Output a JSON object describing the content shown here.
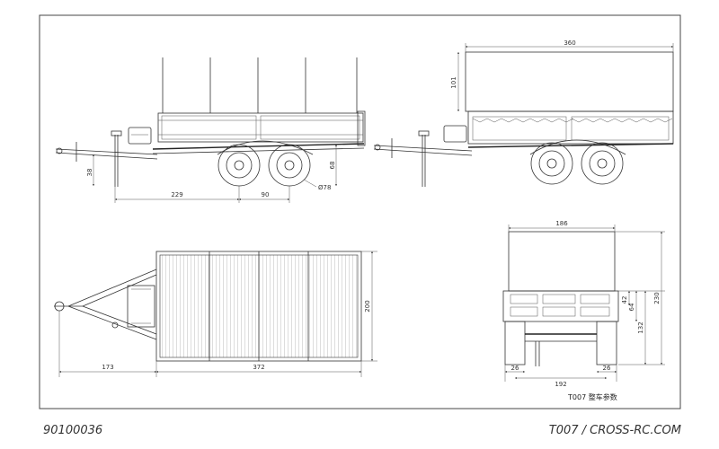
{
  "caption": "T007 整车参数",
  "part_number": "90100036",
  "site_credit": "T007 / CROSS-RC.COM",
  "side_view_dims": {
    "chassis_height": "38",
    "wheelbase_front": "229",
    "axle_spacing": "90",
    "wheel_dia": "Ø78",
    "overall_height": "68"
  },
  "covered_side_dims": {
    "length": "360",
    "cover_height": "101"
  },
  "top_view_dims": {
    "tongue": "173",
    "bed_length": "372",
    "bed_width": "200"
  },
  "rear_view_dims": {
    "cover_width": "186",
    "rail_height": "42",
    "side_height": "64",
    "bed_height": "132",
    "total_height": "230",
    "wheel_w_left": "26",
    "track": "192",
    "wheel_w_right": "26"
  },
  "colors": {
    "line": "#333333",
    "frame": "#222222"
  }
}
